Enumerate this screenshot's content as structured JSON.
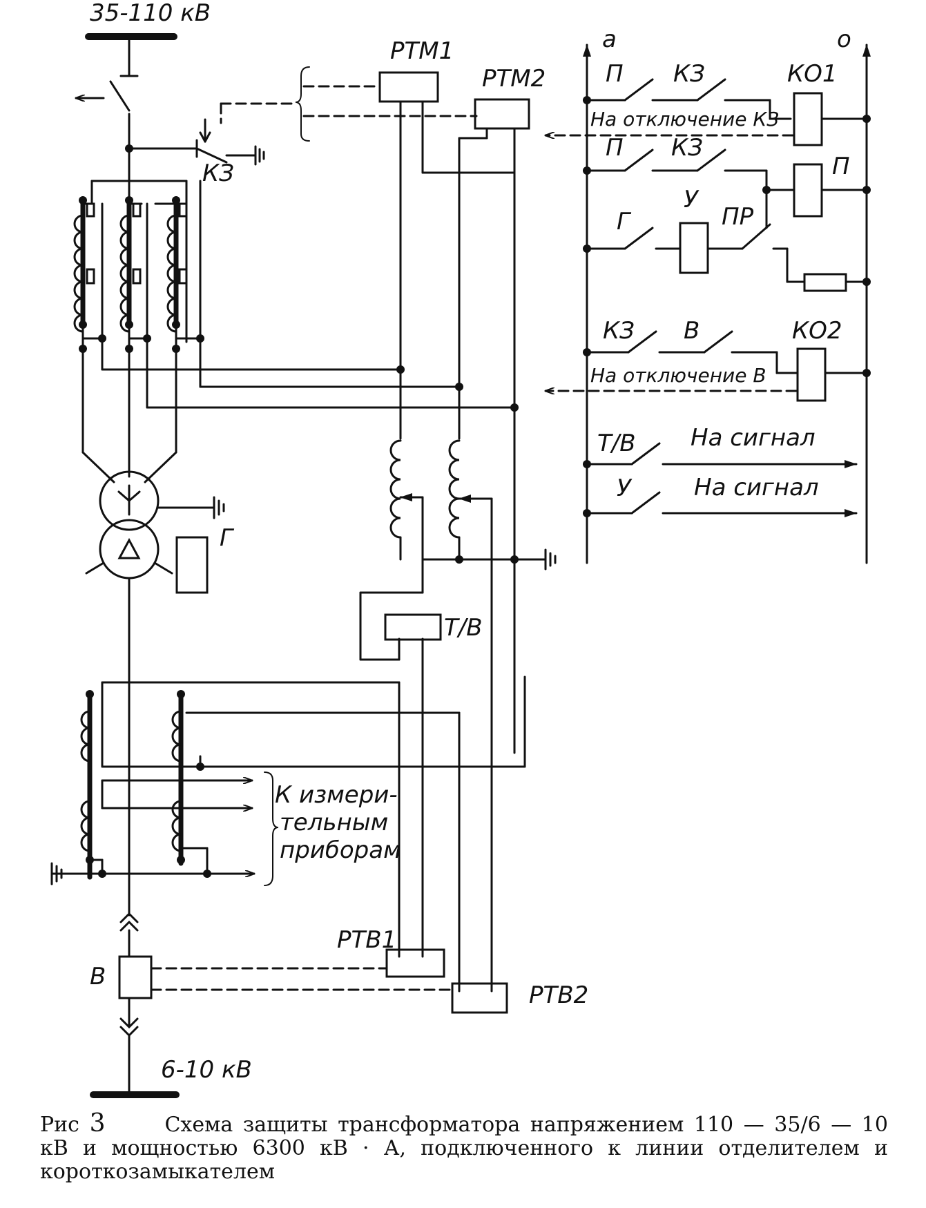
{
  "labels": {
    "hv_bus": "35-110 кВ",
    "lv_bus": "6-10 кВ",
    "short_circuiter": "КЗ",
    "relay_rtm1": "РТМ1",
    "relay_rtm2": "РТМ2",
    "relay_rtv1": "РТВ1",
    "relay_rtv2": "РТВ2",
    "relay_tv": "Т/В",
    "gas_relay": "Г",
    "breaker": "В",
    "measuring_instruments": [
      "К измери-",
      "тельным",
      "приборам"
    ]
  },
  "control": {
    "bus_a": "а",
    "bus_o": "о",
    "row1": {
      "c1": "П",
      "c2": "КЗ",
      "coil": "КО1",
      "note": "На отключение КЗ"
    },
    "row2": {
      "c1": "П",
      "c2": "КЗ",
      "coil": "П"
    },
    "row3": {
      "c1": "Г",
      "coil": "У",
      "c2": "ПР"
    },
    "row4": {
      "c1": "КЗ",
      "c2": "В",
      "coil": "КО2",
      "note": "На отключение В"
    },
    "row5": {
      "c1": "Т/В",
      "note": "На сигнал"
    },
    "row6": {
      "c1": "У",
      "note": "На сигнал"
    }
  },
  "caption": {
    "prefix": "Рис",
    "number": "3",
    "text": "Схема защиты трансформатора напряжением 110 — 35/6 — 10 кВ и мощностью 6300 кВ · А, подключенного к линии отделителем и короткозамыкателем"
  }
}
